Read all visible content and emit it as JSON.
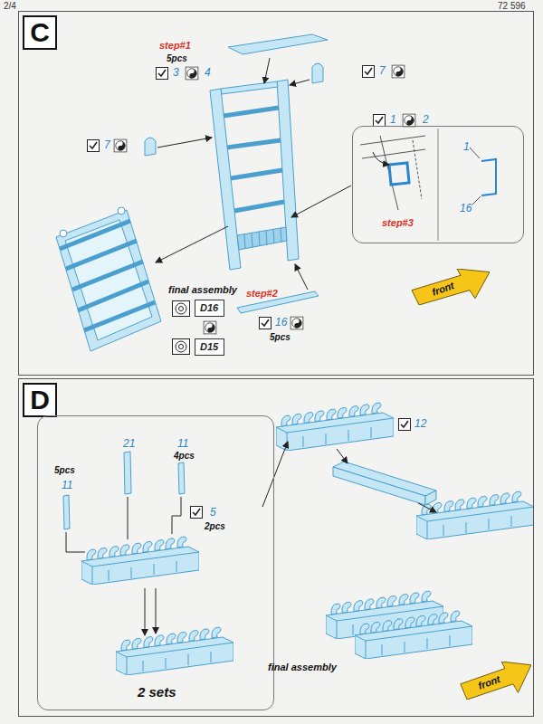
{
  "diagram": {
    "nodes": [
      {
        "text": [
          "C"
        ]
      },
      {
        "text": [
          "step#3",
          "1",
          "16"
        ],
        "in": 0
      },
      {
        "text": [
          "front"
        ],
        "in": 0
      },
      {
        "text": [
          "D16"
        ],
        "in": 0
      },
      {
        "text": [
          "D15"
        ],
        "in": 0
      },
      {
        "text": [
          "D"
        ]
      },
      {
        "text": [
          "5pcs",
          "11",
          "21",
          "11",
          "4pcs",
          "5",
          "2pcs",
          "2 sets"
        ],
        "in": 5
      },
      {
        "text": [
          "front"
        ],
        "in": 5
      }
    ],
    "labels": [
      "2/4",
      "72 596",
      "step#1",
      "5pcs",
      "3",
      "4",
      "7",
      "1",
      "2",
      "7",
      "step#2",
      "16",
      "5pcs",
      "final assembly",
      "12",
      "final assembly"
    ]
  }
}
